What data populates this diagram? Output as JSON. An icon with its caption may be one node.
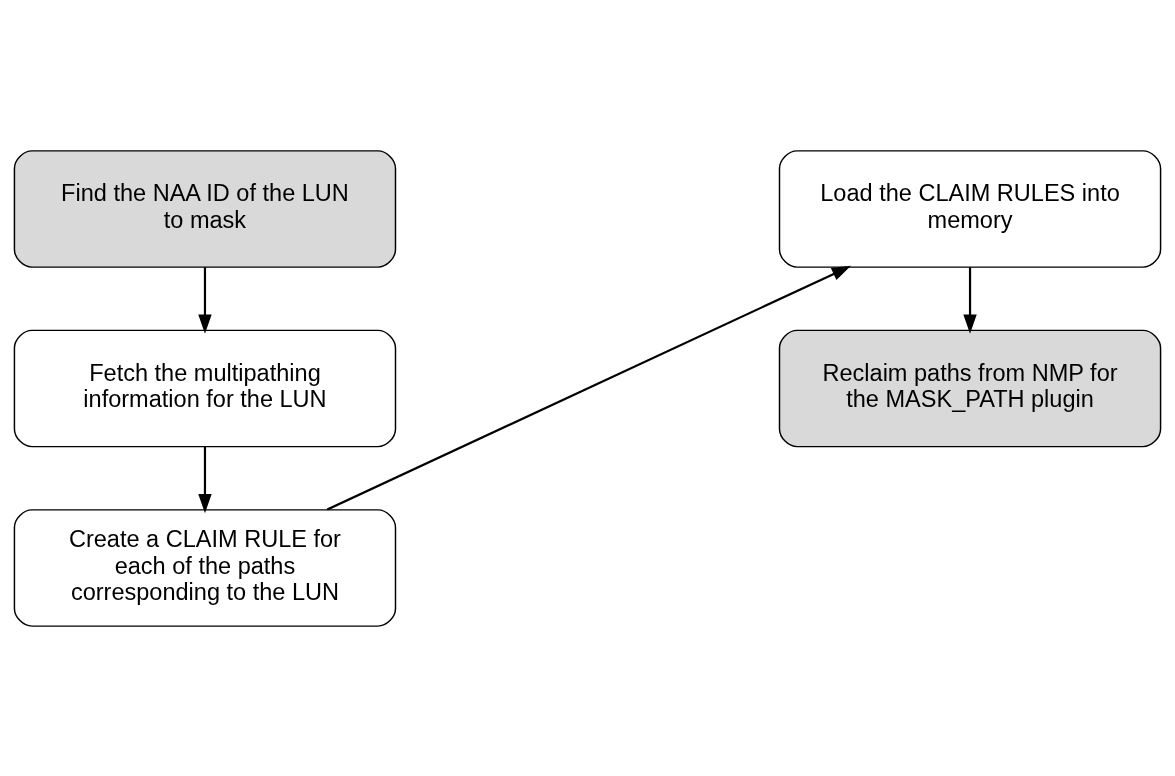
{
  "diagram": {
    "nodes": [
      {
        "text": [
          "Find the NAA ID of the LUN to mask"
        ]
      },
      {
        "text": [
          "Fetch the multipathing information for the LUN"
        ]
      },
      {
        "text": [
          "Create a CLAIM RULE for each of the paths corresponding to the LUN"
        ]
      },
      {
        "text": [
          "Load the CLAIM RULES into memory"
        ]
      },
      {
        "text": [
          "Reclaim paths from NMP for the MASK_PATH plugin"
        ]
      }
    ],
    "edges": [
      {
        "from": 0,
        "to": 1,
        "arrow": "to"
      },
      {
        "from": 1,
        "to": 2,
        "arrow": "to"
      },
      {
        "from": 2,
        "to": 3,
        "arrow": "to"
      },
      {
        "from": 3,
        "to": 4,
        "arrow": "to"
      }
    ]
  }
}
